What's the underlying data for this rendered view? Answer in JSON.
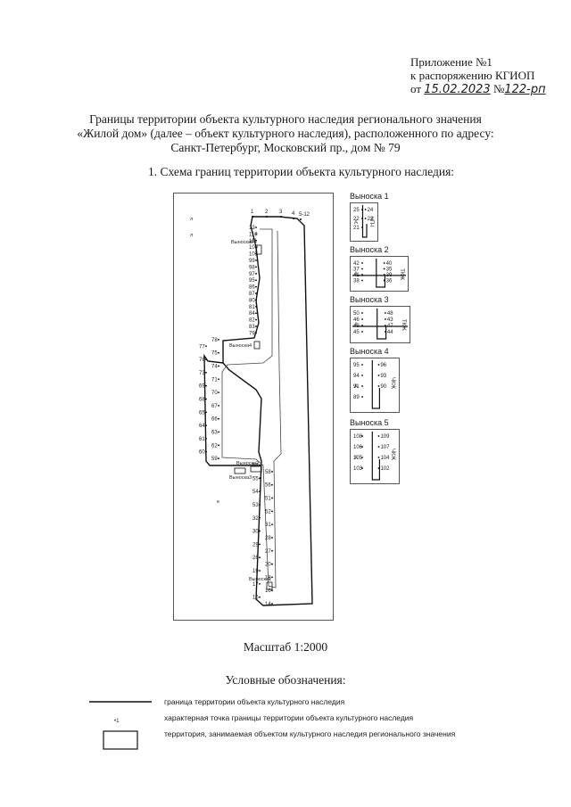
{
  "appendix": {
    "line1": "Приложение №1",
    "line2": "к распоряжению КГИОП",
    "prefix": "от",
    "date": "15.02.2023",
    "num_sign": "№",
    "number": "122-рп"
  },
  "title": {
    "line1": "Границы территории объекта культурного наследия регионального значения",
    "line2": "«Жилой дом» (далее – объект культурного наследия), расположенного по адресу:",
    "line3": "Санкт-Петербург,  Московский пр., дом № 79"
  },
  "section": "1.   Схема границ территории объекта культурного наследия:",
  "map": {
    "points_top": [
      "1",
      "2",
      "3",
      "4",
      "5-12"
    ],
    "points_main": [
      "13",
      "110",
      "111",
      "100",
      "101",
      "99",
      "98",
      "97",
      "95",
      "86",
      "87",
      "80",
      "81",
      "84",
      "82",
      "83",
      "79",
      "78",
      "77",
      "75",
      "76",
      "74",
      "73",
      "71",
      "69",
      "70",
      "68",
      "67",
      "65",
      "66",
      "64",
      "63",
      "61",
      "62",
      "60",
      "59",
      "57",
      "58",
      "55",
      "56",
      "54",
      "51",
      "53",
      "52",
      "32",
      "31",
      "30",
      "28",
      "29",
      "27",
      "26",
      "20",
      "19",
      "18",
      "17",
      "16",
      "15",
      "14"
    ],
    "callout_labels": [
      "Выноска5",
      "Выноска4",
      "Выноска2",
      "Выноска3",
      "Выноска1"
    ],
    "marks": [
      "л",
      "л",
      "е"
    ]
  },
  "insets": [
    {
      "title": "Выноска 1",
      "points": [
        "25",
        "24",
        "22",
        "23",
        "21"
      ],
      "marker": "А",
      "side": "ЧП-I"
    },
    {
      "title": "Выноска 2",
      "points": [
        "42",
        "40",
        "37",
        "35",
        "41",
        "39",
        "38",
        "36"
      ],
      "marker": "А",
      "side": "ТКЖ"
    },
    {
      "title": "Выноска 3",
      "points": [
        "50",
        "48",
        "46",
        "43",
        "49",
        "47",
        "45",
        "44"
      ],
      "marker": "А",
      "side": "ТКЖ"
    },
    {
      "title": "Выноска 4",
      "points": [
        "95",
        "96",
        "94",
        "93",
        "91",
        "90",
        "89"
      ],
      "marker": "А",
      "side": "ЧКЖ"
    },
    {
      "title": "Выноска 5",
      "points": [
        "108",
        "109",
        "106",
        "107",
        "105",
        "104",
        "103",
        "102"
      ],
      "marker": "А",
      "side": "ЧКЖ"
    }
  ],
  "scale": "Масштаб 1:2000",
  "legend": {
    "title": "Условные обозначения:",
    "items": [
      {
        "symbol_label": "",
        "text": "граница территории объекта культурного наследия"
      },
      {
        "symbol_label": "•1",
        "text": "характерная точка границы территории объекта культурного наследия"
      },
      {
        "symbol_label": "",
        "text": "территория, занимаемая объектом культурного наследия регионального значения"
      }
    ]
  }
}
